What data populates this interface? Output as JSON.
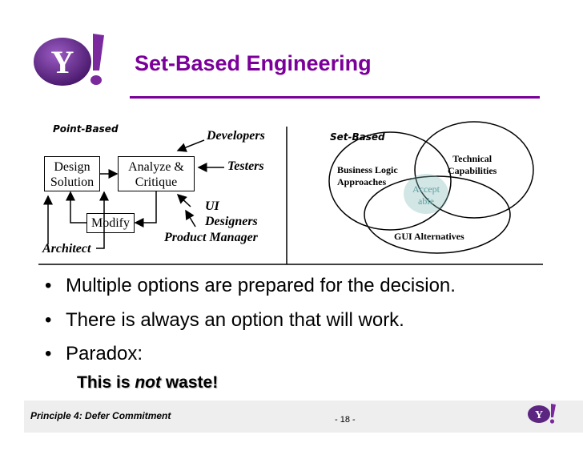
{
  "header": {
    "title": "Set-Based Engineering",
    "logo_text": "Y!"
  },
  "point_based": {
    "heading": "Point-Based",
    "design_solution": [
      "Design",
      "Solution"
    ],
    "analyze_critique": [
      "Analyze &",
      "Critique"
    ],
    "modify": "Modify",
    "roles": {
      "developers": "Developers",
      "testers": "Testers",
      "ui_designers": [
        "UI",
        "Designers"
      ],
      "product_manager": "Product Manager",
      "architect": "Architect"
    }
  },
  "set_based": {
    "heading": "Set-Based",
    "business_logic": [
      "Business Logic",
      "Approaches"
    ],
    "technical": [
      "Technical",
      "Capabilities"
    ],
    "acceptable": [
      "Accept",
      "able"
    ],
    "gui": "GUI Alternatives",
    "accent_color": "#5f9ea0"
  },
  "bullets": [
    "Multiple options are prepared for the decision.",
    "There is always an option that will work.",
    "Paradox:"
  ],
  "sub_point": {
    "before": "This is ",
    "emphasis": "not",
    "after": " waste!"
  },
  "footer": {
    "text": "Principle 4: Defer Commitment",
    "page": "- 18 -"
  },
  "colors": {
    "title": "#7b0099",
    "logo": "#6b2d8c"
  }
}
